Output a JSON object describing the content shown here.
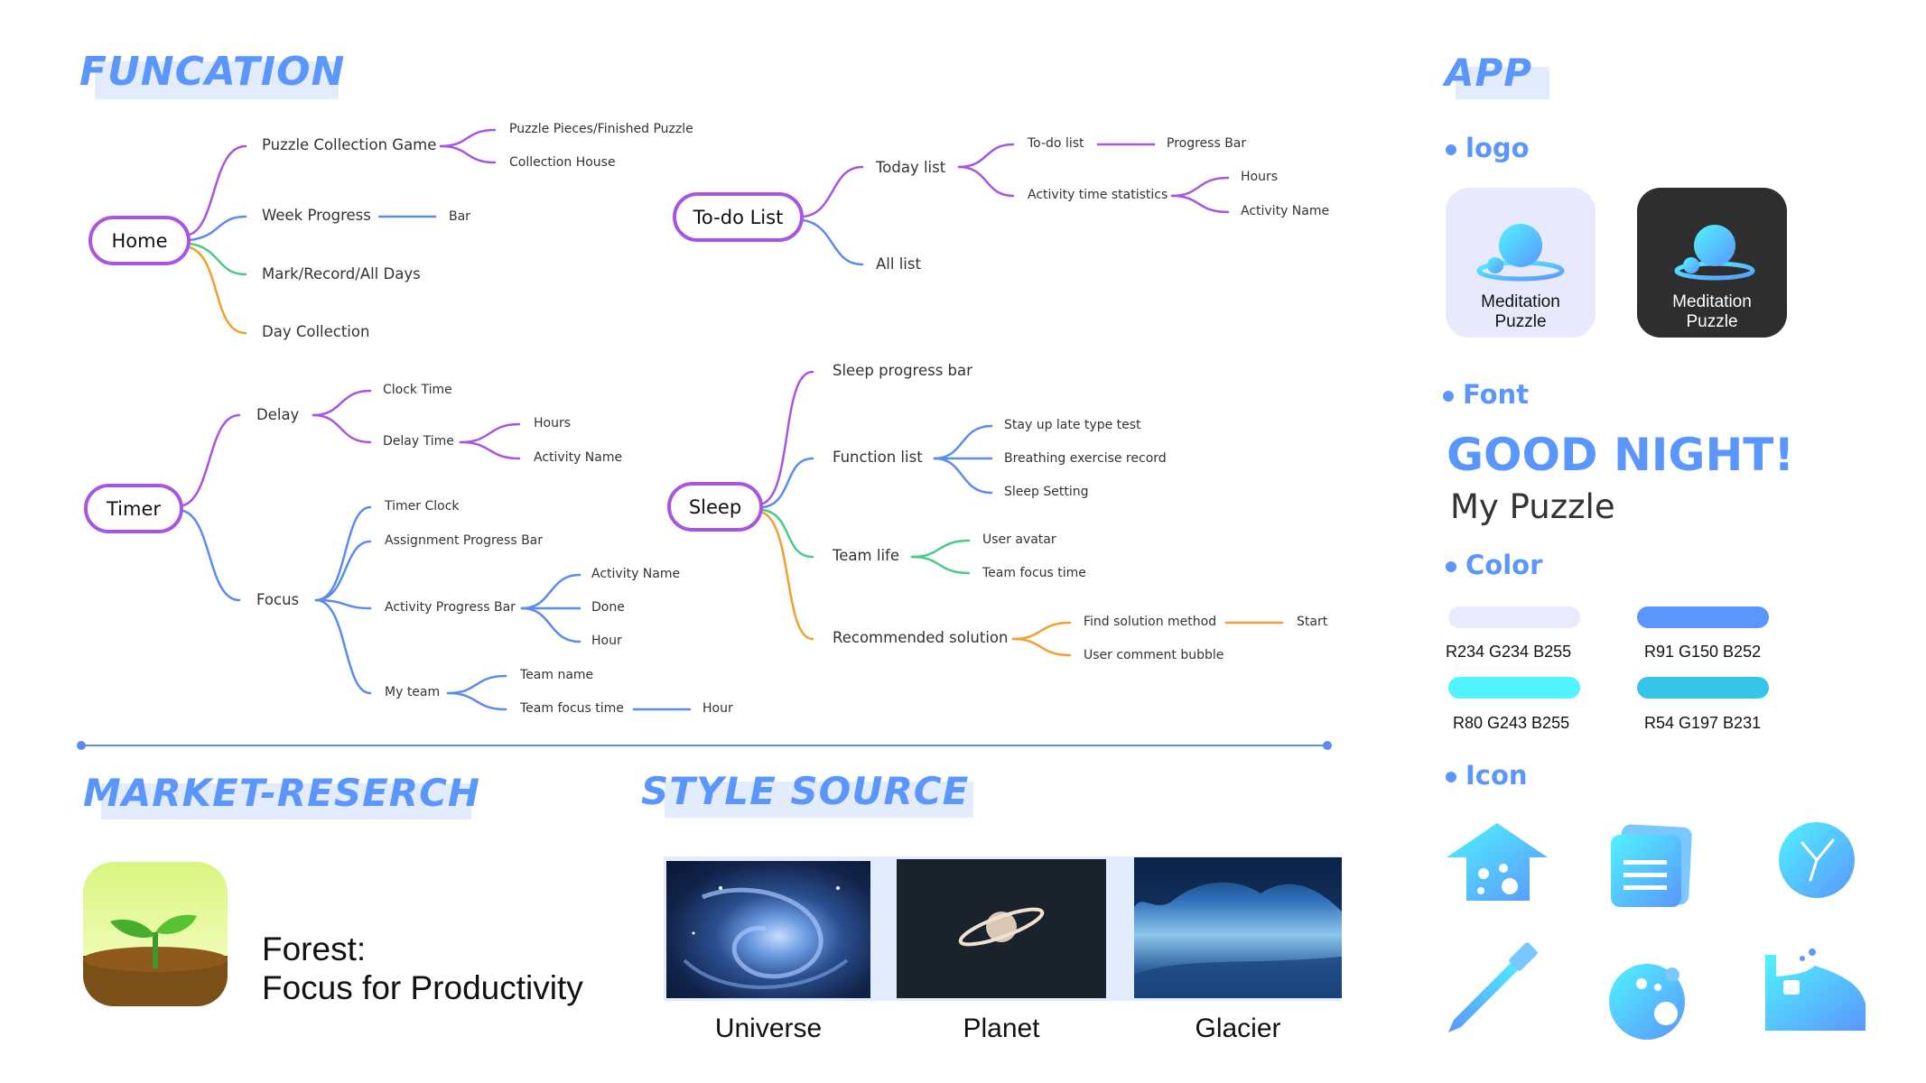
{
  "sections": {
    "function_title": "FUNCATION",
    "market_title": "MARKET-RESERCH",
    "style_title": "STYLE SOURCE",
    "app_title": "APP"
  },
  "mindmap": {
    "home": {
      "label": "Home",
      "puzzle_game": "Puzzle Collection Game",
      "puzzle_pieces": "Puzzle Pieces/Finished Puzzle",
      "collection_house": "Collection House",
      "week_progress": "Week Progress",
      "bar": "Bar",
      "mark_record": "Mark/Record/All Days",
      "day_collection": "Day Collection"
    },
    "todo": {
      "label": "To-do List",
      "today_list": "Today list",
      "todo_list": "To-do list",
      "progress_bar": "Progress Bar",
      "activity_stats": "Activity time statistics",
      "hours": "Hours",
      "activity_name": "Activity Name",
      "all_list": "All list"
    },
    "timer": {
      "label": "Timer",
      "delay": "Delay",
      "clock_time": "Clock Time",
      "delay_time": "Delay Time",
      "hours": "Hours",
      "activity_name": "Activity Name",
      "focus": "Focus",
      "timer_clock": "Timer Clock",
      "assignment_bar": "Assignment Progress Bar",
      "activity_bar": "Activity Progress Bar",
      "act_name": "Activity Name",
      "done": "Done",
      "hour": "Hour",
      "my_team": "My team",
      "team_name": "Team name",
      "team_focus_time": "Team focus time",
      "team_hour": "Hour"
    },
    "sleep": {
      "label": "Sleep",
      "sleep_bar": "Sleep progress bar",
      "function_list": "Function list",
      "stay_up": "Stay up late type test",
      "breathing": "Breathing exercise record",
      "sleep_setting": "Sleep Setting",
      "team_life": "Team life",
      "user_avatar": "User avatar",
      "team_focus": "Team focus time",
      "recommended": "Recommended solution",
      "find_solution": "Find solution method",
      "start": "Start",
      "comment_bubble": "User comment bubble"
    }
  },
  "market": {
    "app_name_line1": "Forest:",
    "app_name_line2": "Focus for Productivity"
  },
  "style_source": {
    "images": [
      "Universe",
      "Planet",
      "Glacier"
    ]
  },
  "app": {
    "logo_heading": "logo",
    "logo_text_line1": "Meditation",
    "logo_text_line2": "Puzzle",
    "font_heading": "Font",
    "font_sample_1": "GOOD NIGHT!",
    "font_sample_2": "My Puzzle",
    "color_heading": "Color",
    "colors": [
      {
        "label": "R234 G234 B255",
        "hex": "#eaeaff"
      },
      {
        "label": "R91 G150 B252",
        "hex": "#5b96fc"
      },
      {
        "label": "R80 G243 B255",
        "hex": "#50f3ff"
      },
      {
        "label": "R54 G197 B231",
        "hex": "#36c5e7"
      }
    ],
    "icon_heading": "Icon",
    "icons": [
      "home-icon",
      "list-icon",
      "clock-icon",
      "pencil-icon",
      "moon-icon",
      "bed-icon"
    ]
  },
  "colors": {
    "accent": "#5b96fc",
    "node_border": "#a855e0",
    "branch_purple": "#a855e0",
    "branch_blue": "#5b8af0",
    "branch_green": "#4cc98a",
    "branch_orange": "#f0a030"
  }
}
